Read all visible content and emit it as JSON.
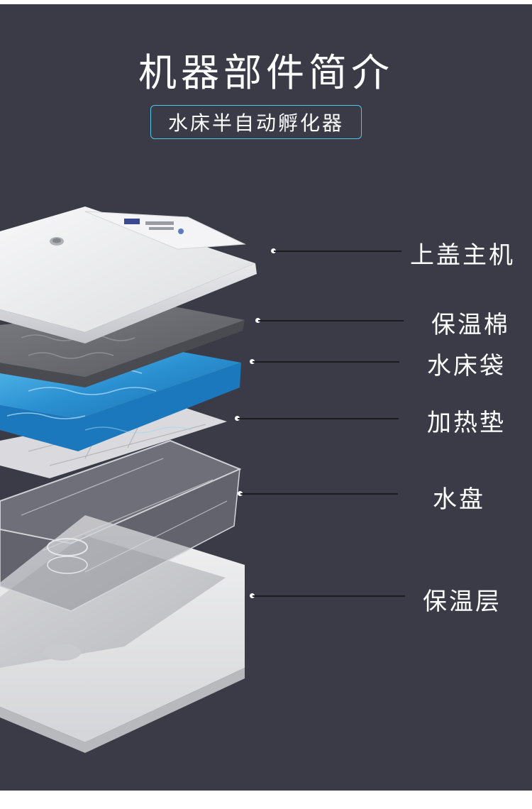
{
  "header": {
    "title": "机器部件简介",
    "subtitle": "水床半自动孵化器"
  },
  "parts": [
    {
      "label": "上盖主机"
    },
    {
      "label": "保温棉"
    },
    {
      "label": "水床袋"
    },
    {
      "label": "加热垫"
    },
    {
      "label": "水盘"
    },
    {
      "label": "保温层"
    }
  ],
  "colors": {
    "background": "#3a3b47",
    "badge_border": "#4ec6e6",
    "text": "#ffffff",
    "water_blue": "#2a8fd0"
  }
}
